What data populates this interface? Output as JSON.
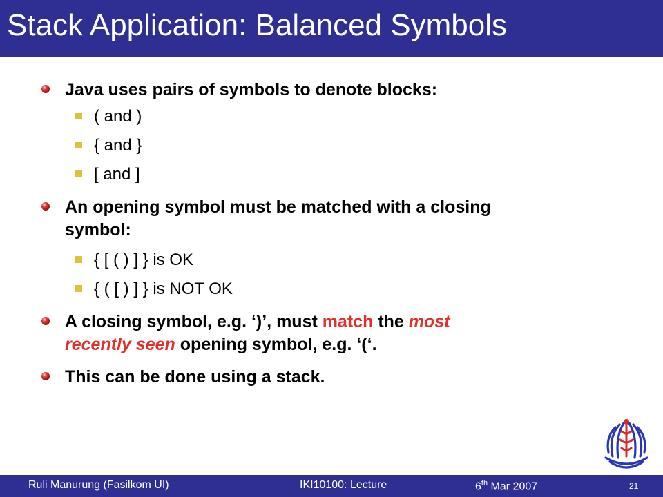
{
  "slide": {
    "title": "Stack Application: Balanced Symbols",
    "bullets": [
      {
        "text": "Java uses pairs of symbols to denote blocks:",
        "sub": [
          "( and )",
          "{ and }",
          "[ and ]"
        ]
      },
      {
        "text_line1": "An opening symbol must be matched with a closing",
        "text_line2": "symbol:",
        "sub": [
          "{ [ ( ) ] } is OK",
          "{ ( [ ) ] } is NOT OK"
        ]
      },
      {
        "part1": "A closing symbol, e.g. ‘)’, must ",
        "part2": "match",
        "part3": " the ",
        "part4": "most",
        "part5": "recently seen",
        "part6": " opening symbol, e.g. ‘(‘."
      },
      {
        "text": "This can be done using a stack."
      }
    ]
  },
  "footer": {
    "author": "Ruli Manurung (Fasilkom UI)",
    "course": "IKI10100: Lecture",
    "date_day": "6",
    "date_suffix": "th",
    "date_rest": " Mar 2007",
    "page_number": "21"
  },
  "colors": {
    "header_bg": "#2e2e93",
    "footer_bg": "#2e2e93",
    "emphasis": "#e0312a",
    "level2_bullet": "#dcc43a"
  },
  "icons": {
    "level1_bullet": "red-ball-icon",
    "level2_bullet": "yellow-square-icon",
    "logo": "university-logo-icon"
  }
}
